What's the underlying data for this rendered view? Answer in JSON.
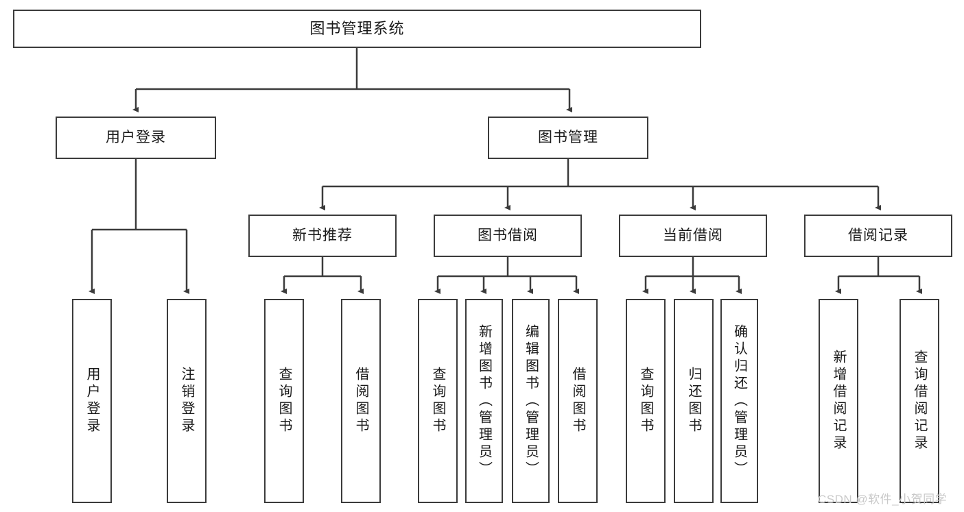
{
  "diagram": {
    "type": "tree",
    "title": "图书管理系统",
    "root": {
      "label": "图书管理系统"
    },
    "level2": [
      {
        "label": "用户登录"
      },
      {
        "label": "图书管理"
      }
    ],
    "level3": [
      {
        "label": "新书推荐"
      },
      {
        "label": "图书借阅"
      },
      {
        "label": "当前借阅"
      },
      {
        "label": "借阅记录"
      }
    ],
    "leaves": {
      "user_login": [
        {
          "label": "用户登录"
        },
        {
          "label": "注销登录"
        }
      ],
      "new_book_recommend": [
        {
          "label": "查询图书"
        },
        {
          "label": "借阅图书"
        }
      ],
      "book_borrow": [
        {
          "label": "查询图书"
        },
        {
          "label": "新增图书（管理员）"
        },
        {
          "label": "编辑图书（管理员）"
        },
        {
          "label": "借阅图书"
        }
      ],
      "current_borrow": [
        {
          "label": "查询图书"
        },
        {
          "label": "归还图书"
        },
        {
          "label": "确认归还（管理员）"
        }
      ],
      "borrow_record": [
        {
          "label": "新增借阅记录"
        },
        {
          "label": "查询借阅记录"
        }
      ]
    }
  },
  "watermark": {
    "text": "CSDN @软件_小贺同学"
  },
  "colors": {
    "stroke": "#3b3b3b",
    "text": "#1a1a1a",
    "background": "#ffffff",
    "watermark": "#c9c9c9"
  }
}
